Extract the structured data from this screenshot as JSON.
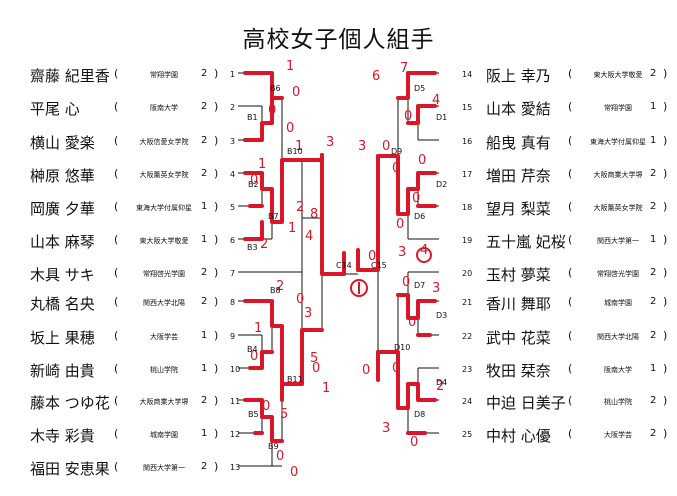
{
  "title": "高校女子個人組手",
  "left_entries": [
    {
      "no": "1",
      "name": "齋藤 紀里香",
      "school": "常翔学園",
      "grade": "2"
    },
    {
      "no": "2",
      "name": "平尾 心",
      "school": "阪南大学",
      "grade": "2"
    },
    {
      "no": "3",
      "name": "横山 愛楽",
      "school": "大阪信愛女学院",
      "grade": "2"
    },
    {
      "no": "4",
      "name": "榊原 悠華",
      "school": "大阪薫英女学院",
      "grade": "2"
    },
    {
      "no": "5",
      "name": "岡廣 夕華",
      "school": "東海大学付属仰星",
      "grade": "1"
    },
    {
      "no": "6",
      "name": "山本 麻琴",
      "school": "東大阪大学敬愛",
      "grade": "1"
    },
    {
      "no": "7",
      "name": "木具 サキ",
      "school": "常翔啓光学園",
      "grade": "2"
    },
    {
      "no": "8",
      "name": "丸橋 名央",
      "school": "関西大学北陽",
      "grade": "2"
    },
    {
      "no": "9",
      "name": "坂上 果穂",
      "school": "大阪学芸",
      "grade": "1"
    },
    {
      "no": "10",
      "name": "新崎 由貴",
      "school": "桃山学院",
      "grade": "1"
    },
    {
      "no": "11",
      "name": "藤本 つゆ花",
      "school": "大阪商業大学堺",
      "grade": "2"
    },
    {
      "no": "12",
      "name": "木寺 彩貴",
      "school": "城南学園",
      "grade": "1"
    },
    {
      "no": "13",
      "name": "福田 安恵果",
      "school": "関西大学第一",
      "grade": "2"
    }
  ],
  "right_entries": [
    {
      "no": "14",
      "name": "阪上 幸乃",
      "school": "東大阪大学敬愛",
      "grade": "2"
    },
    {
      "no": "15",
      "name": "山本 愛結",
      "school": "常翔学園",
      "grade": "1"
    },
    {
      "no": "16",
      "name": "船曳 真有",
      "school": "東海大学付属仰星",
      "grade": "1"
    },
    {
      "no": "17",
      "name": "増田 芹奈",
      "school": "大阪商業大学堺",
      "grade": "2"
    },
    {
      "no": "18",
      "name": "望月 梨菜",
      "school": "大阪薫英女学院",
      "grade": "2"
    },
    {
      "no": "19",
      "name": "五十嵐 妃桜",
      "school": "関西大学第一",
      "grade": "1"
    },
    {
      "no": "20",
      "name": "玉村 夢菜",
      "school": "常翔啓光学園",
      "grade": "2"
    },
    {
      "no": "21",
      "name": "香川 舞耶",
      "school": "城南学園",
      "grade": "2"
    },
    {
      "no": "22",
      "name": "武中 花菜",
      "school": "関西大学北陽",
      "grade": "2"
    },
    {
      "no": "23",
      "name": "牧田 栞奈",
      "school": "阪南大学",
      "grade": "1"
    },
    {
      "no": "24",
      "name": "中迫 日美子",
      "school": "桃山学院",
      "grade": "2"
    },
    {
      "no": "25",
      "name": "中村 心優",
      "school": "大阪学芸",
      "grade": "2"
    }
  ],
  "bout_labels": {
    "B1": "B1",
    "B2": "B2",
    "B3": "B3",
    "B4": "B4",
    "B5": "B5",
    "B6": "B6",
    "B7": "B7",
    "B8": "B8",
    "B9": "B9",
    "B10": "B10",
    "B11": "B11",
    "C14": "C14",
    "C15": "C15",
    "D1": "D1",
    "D2": "D2",
    "D3": "D3",
    "D4": "D4",
    "D5": "D5",
    "D6": "D6",
    "D7": "D7",
    "D8": "D8",
    "D9": "D9",
    "D10": "D10"
  },
  "open_paren": "(",
  "close_paren": ")",
  "colors": {
    "ink": "#111111",
    "marker": "#d8182a"
  }
}
